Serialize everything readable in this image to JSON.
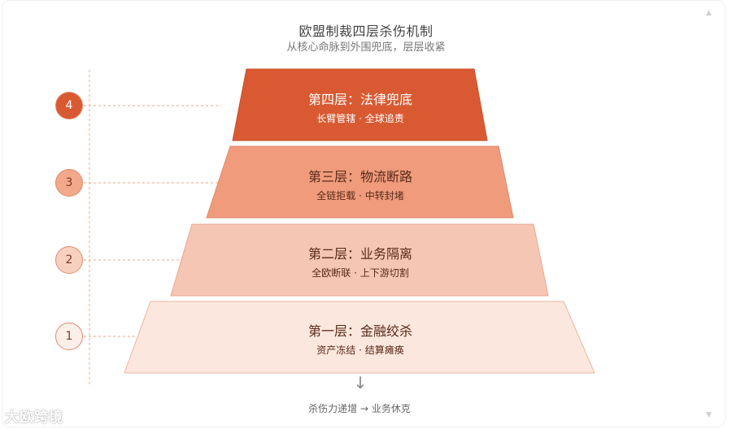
{
  "header": {
    "title": "欧盟制裁四层杀伤机制",
    "subtitle": "从核心命脉到外围兜底，层层收紧"
  },
  "layers": [
    {
      "number": "4",
      "title": "第四层：法律兜底",
      "subtitle": "长臂管辖 · 全球追责",
      "fill": "#d95a32",
      "text_color": "#ffffff",
      "badge_fill": "#d95a32",
      "badge_text": "#ffffff"
    },
    {
      "number": "3",
      "title": "第三层：物流断路",
      "subtitle": "全链拒载 · 中转封堵",
      "fill": "#ef9b7c",
      "text_color": "#5a2a18",
      "badge_fill": "#f3a88c",
      "badge_text": "#7a3a22"
    },
    {
      "number": "2",
      "title": "第二层：业务隔离",
      "subtitle": "全欧断联 · 上下游切割",
      "fill": "#f5c6b4",
      "text_color": "#5a2a18",
      "badge_fill": "#f7d0c0",
      "badge_text": "#7a3a22"
    },
    {
      "number": "1",
      "title": "第一层：金融绞杀",
      "subtitle": "资产冻结 · 结算瘫痪",
      "fill": "#fbe7de",
      "text_color": "#5a2a18",
      "badge_fill": "#fcefe9",
      "badge_text": "#7a3a22"
    }
  ],
  "footer": {
    "arrow": "↓",
    "text": "杀伤力递增 → 业务休克"
  },
  "watermark": "大欧跨境",
  "colors": {
    "accent": "#d95a32",
    "connector": "#f0a58a",
    "border": "#e08a6a"
  }
}
